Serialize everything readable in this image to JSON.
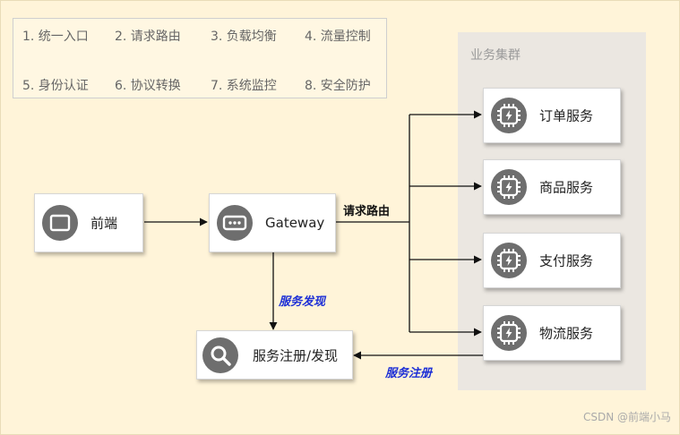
{
  "features": {
    "row1": [
      "1. 统一入口",
      "2. 请求路由",
      "3. 负载均衡",
      "4. 流量控制"
    ],
    "row2": [
      "5. 身份认证",
      "6. 协议转换",
      "7. 系统监控",
      "8. 安全防护"
    ]
  },
  "cluster": {
    "title": "业务集群"
  },
  "nodes": {
    "frontend": "前端",
    "gateway": "Gateway",
    "registry": "服务注册/发现",
    "order": "订单服务",
    "product": "商品服务",
    "payment": "支付服务",
    "logistics": "物流服务"
  },
  "edges": {
    "route": "请求路由",
    "discovery": "服务发现",
    "registration": "服务注册"
  },
  "watermark": "CSDN @前端小马",
  "colors": {
    "background": "#fff4d9",
    "cluster": "#ebe7e1",
    "icon": "#6e6e6e",
    "italic_label": "#1d2fd6"
  },
  "icons": {
    "frontend": "monitor-icon",
    "gateway": "ellipsis-icon",
    "registry": "search-icon",
    "service": "chip-lightning-icon"
  }
}
